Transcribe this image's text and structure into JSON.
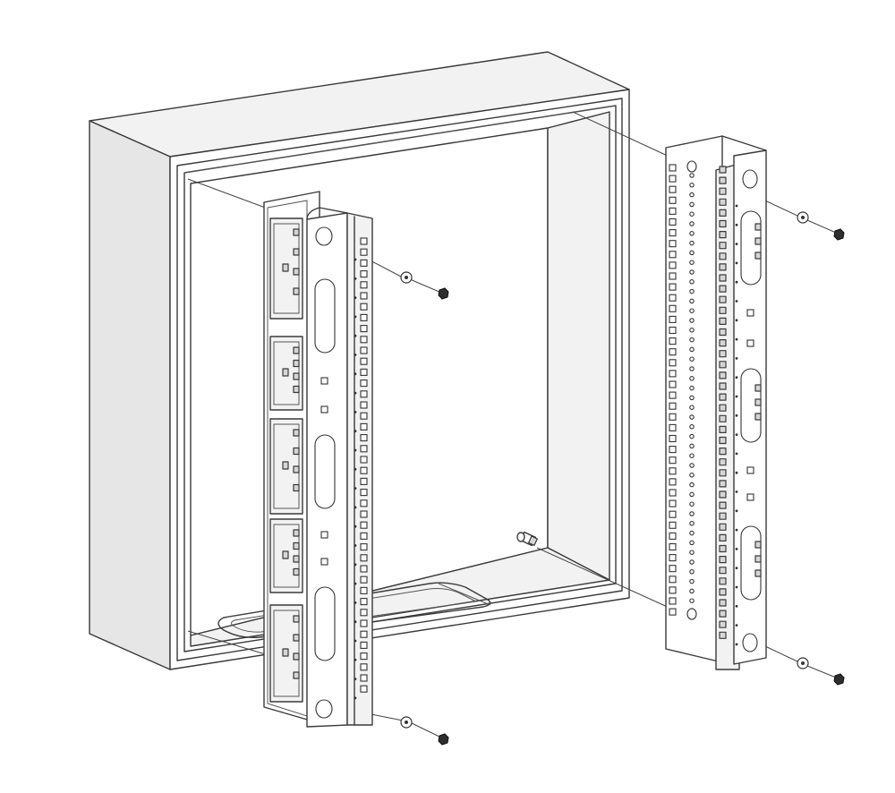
{
  "figure": {
    "kind": "exploded-assembly-line-drawing",
    "parts": [
      "wall-cabinet-enclosure",
      "front-mounting-rail",
      "rear-mounting-rail",
      "cage-nut",
      "washer",
      "mounting-stud"
    ],
    "fastener_sets": 4,
    "colors": {
      "stroke": "#3a3a3a",
      "background": "#ffffff",
      "shade": "#e6e6e6"
    }
  }
}
